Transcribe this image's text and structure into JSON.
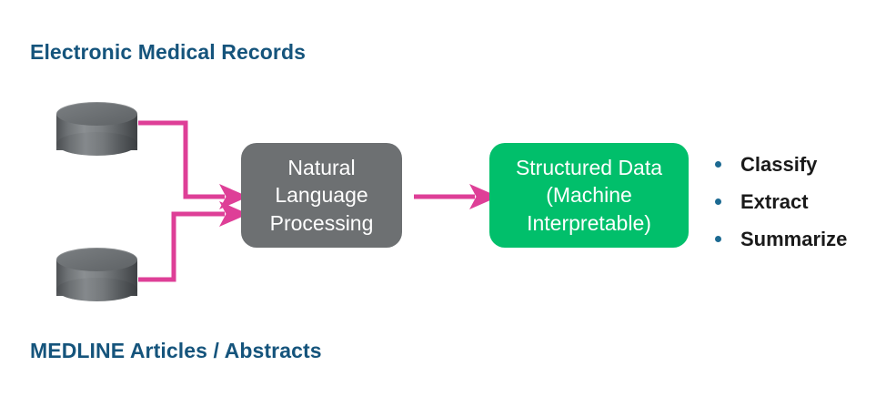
{
  "diagram": {
    "title_top": "Electronic Medical Records",
    "title_bottom": "MEDLINE Articles / Abstracts",
    "sources": [
      {
        "name": "electronic-medical-records-database",
        "icon": "database-cylinder-icon"
      },
      {
        "name": "medline-articles-database",
        "icon": "database-cylinder-icon"
      }
    ],
    "process_box": {
      "line1": "Natural",
      "line2": "Language",
      "line3": "Processing",
      "color": "#6d7072",
      "text_color": "#ffffff"
    },
    "output_box": {
      "line1": "Structured Data",
      "line2": "(Machine",
      "line3": "Interpretable)",
      "color": "#01bf6b",
      "text_color": "#ffffff"
    },
    "capabilities": [
      {
        "label": "Classify"
      },
      {
        "label": "Extract"
      },
      {
        "label": "Summarize"
      }
    ],
    "colors": {
      "heading": "#15547c",
      "connector": "#de3f97",
      "bullet": "#1c6a92",
      "bullet_text": "#1a1a1a",
      "background": "#ffffff"
    }
  }
}
